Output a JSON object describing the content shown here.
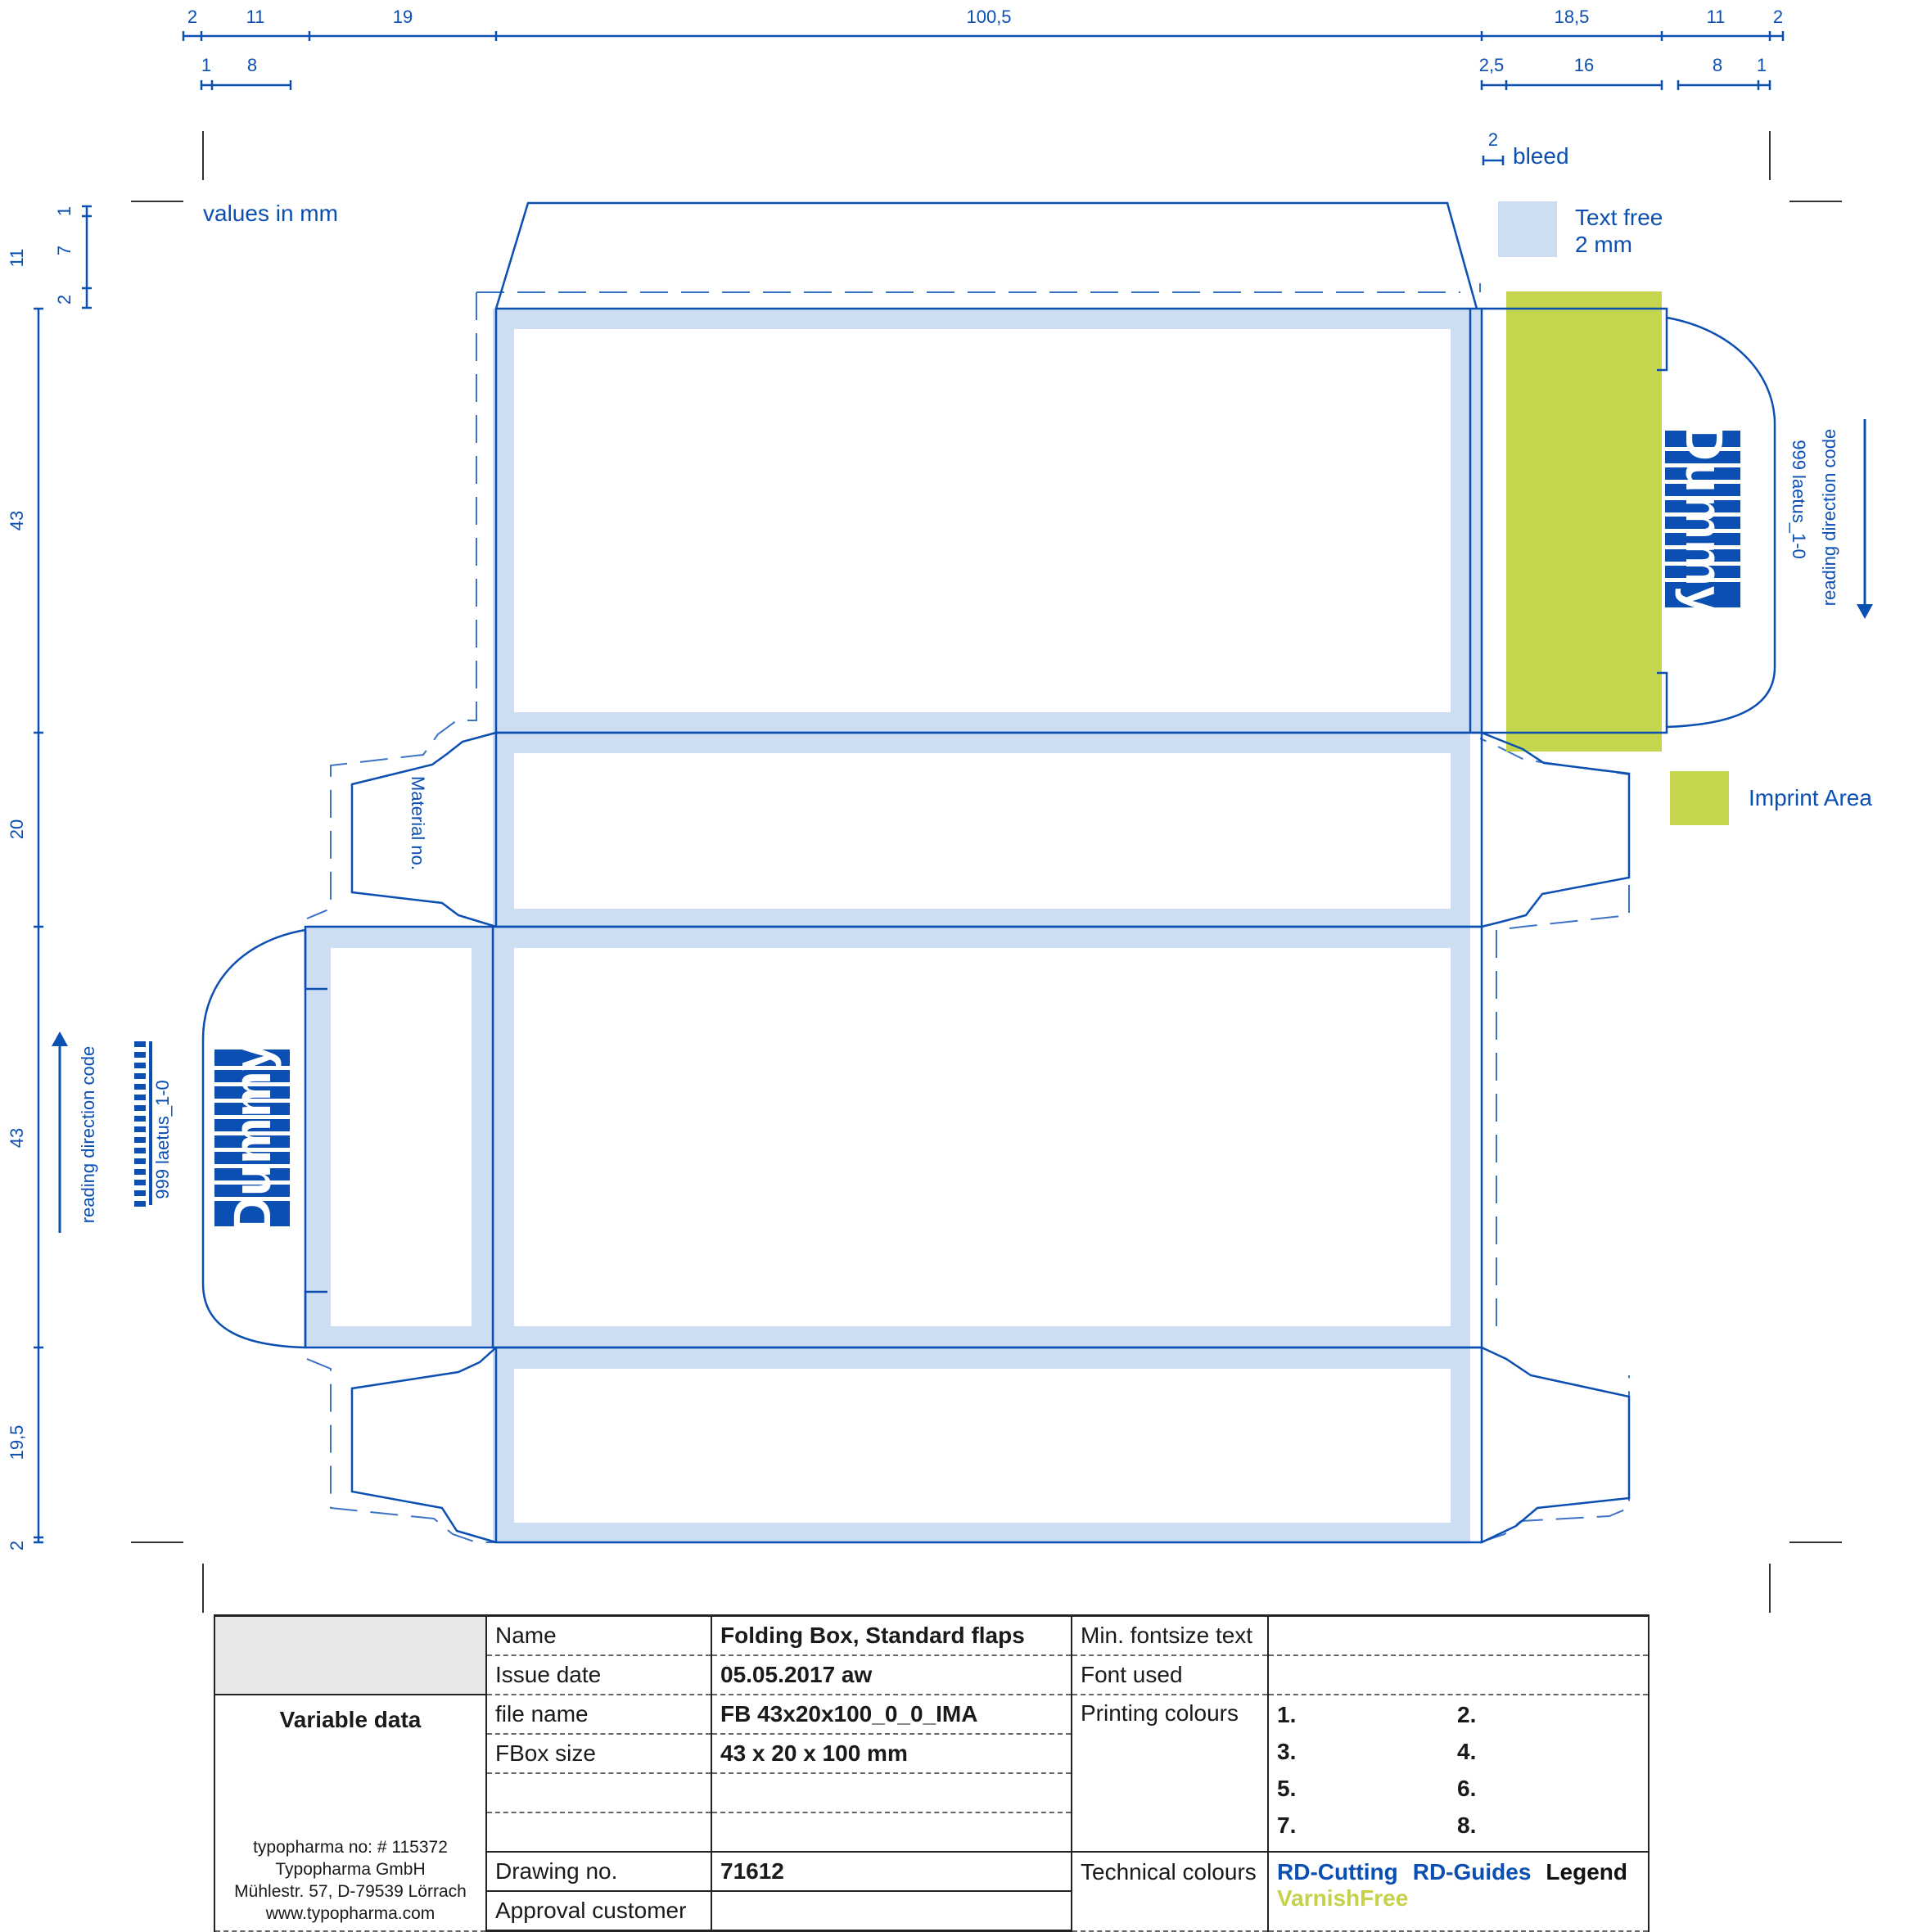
{
  "colors": {
    "cut_line": "#0b4fb3",
    "text_free": "#cdddf2",
    "imprint_area": "#c5d54e",
    "varnish_free": "#c5d14a"
  },
  "dimensions": {
    "top_row1": [
      "2",
      "11",
      "19",
      "100,5",
      "18,5",
      "11",
      "2"
    ],
    "top_row2_left": [
      "1",
      "8"
    ],
    "top_row2_right": [
      "2,5",
      "16",
      "8",
      "1"
    ],
    "bleed_value": "2",
    "left_column": [
      "11",
      "43",
      "20",
      "43",
      "19,5",
      "2"
    ],
    "left_small": [
      "1",
      "7",
      "2"
    ]
  },
  "labels": {
    "bleed": "bleed",
    "values_in_mm": "values in mm",
    "text_free_line1": "Text free",
    "text_free_line2": "2 mm",
    "imprint_area": "Imprint Area",
    "material_no": "Material no.",
    "reading_direction": "reading direction code",
    "barcode_text": "999 laetus_1-0",
    "dummy": "Dummy"
  },
  "title_block": {
    "variable_data": "Variable data",
    "company_lines": [
      "typopharma no: # 115372",
      "Typopharma GmbH",
      "Mühlestr. 57, D-79539 Lörrach",
      "www.typopharma.com"
    ],
    "fields": [
      {
        "label": "Name",
        "value": "Folding Box, Standard flaps"
      },
      {
        "label": "Issue date",
        "value": "05.05.2017  aw"
      },
      {
        "label": "file name",
        "value": "FB 43x20x100_0_0_IMA"
      },
      {
        "label": "FBox size",
        "value": "43 x 20 x 100 mm"
      },
      {
        "label": "",
        "value": ""
      },
      {
        "label": "",
        "value": ""
      },
      {
        "label": "Drawing no.",
        "value": "71612"
      },
      {
        "label": "Approval customer",
        "value": ""
      }
    ],
    "right_labels": {
      "min_fontsize": "Min. fontsize text",
      "font_used": "Font used",
      "printing_colours": "Printing colours",
      "technical_colours": "Technical colours"
    },
    "printing_slots": [
      "1.",
      "2.",
      "3.",
      "4.",
      "5.",
      "6.",
      "7.",
      "8."
    ],
    "technical": {
      "cutting": "RD-Cutting",
      "guides": "RD-Guides",
      "legend": "Legend",
      "varnish": "VarnishFree"
    }
  }
}
